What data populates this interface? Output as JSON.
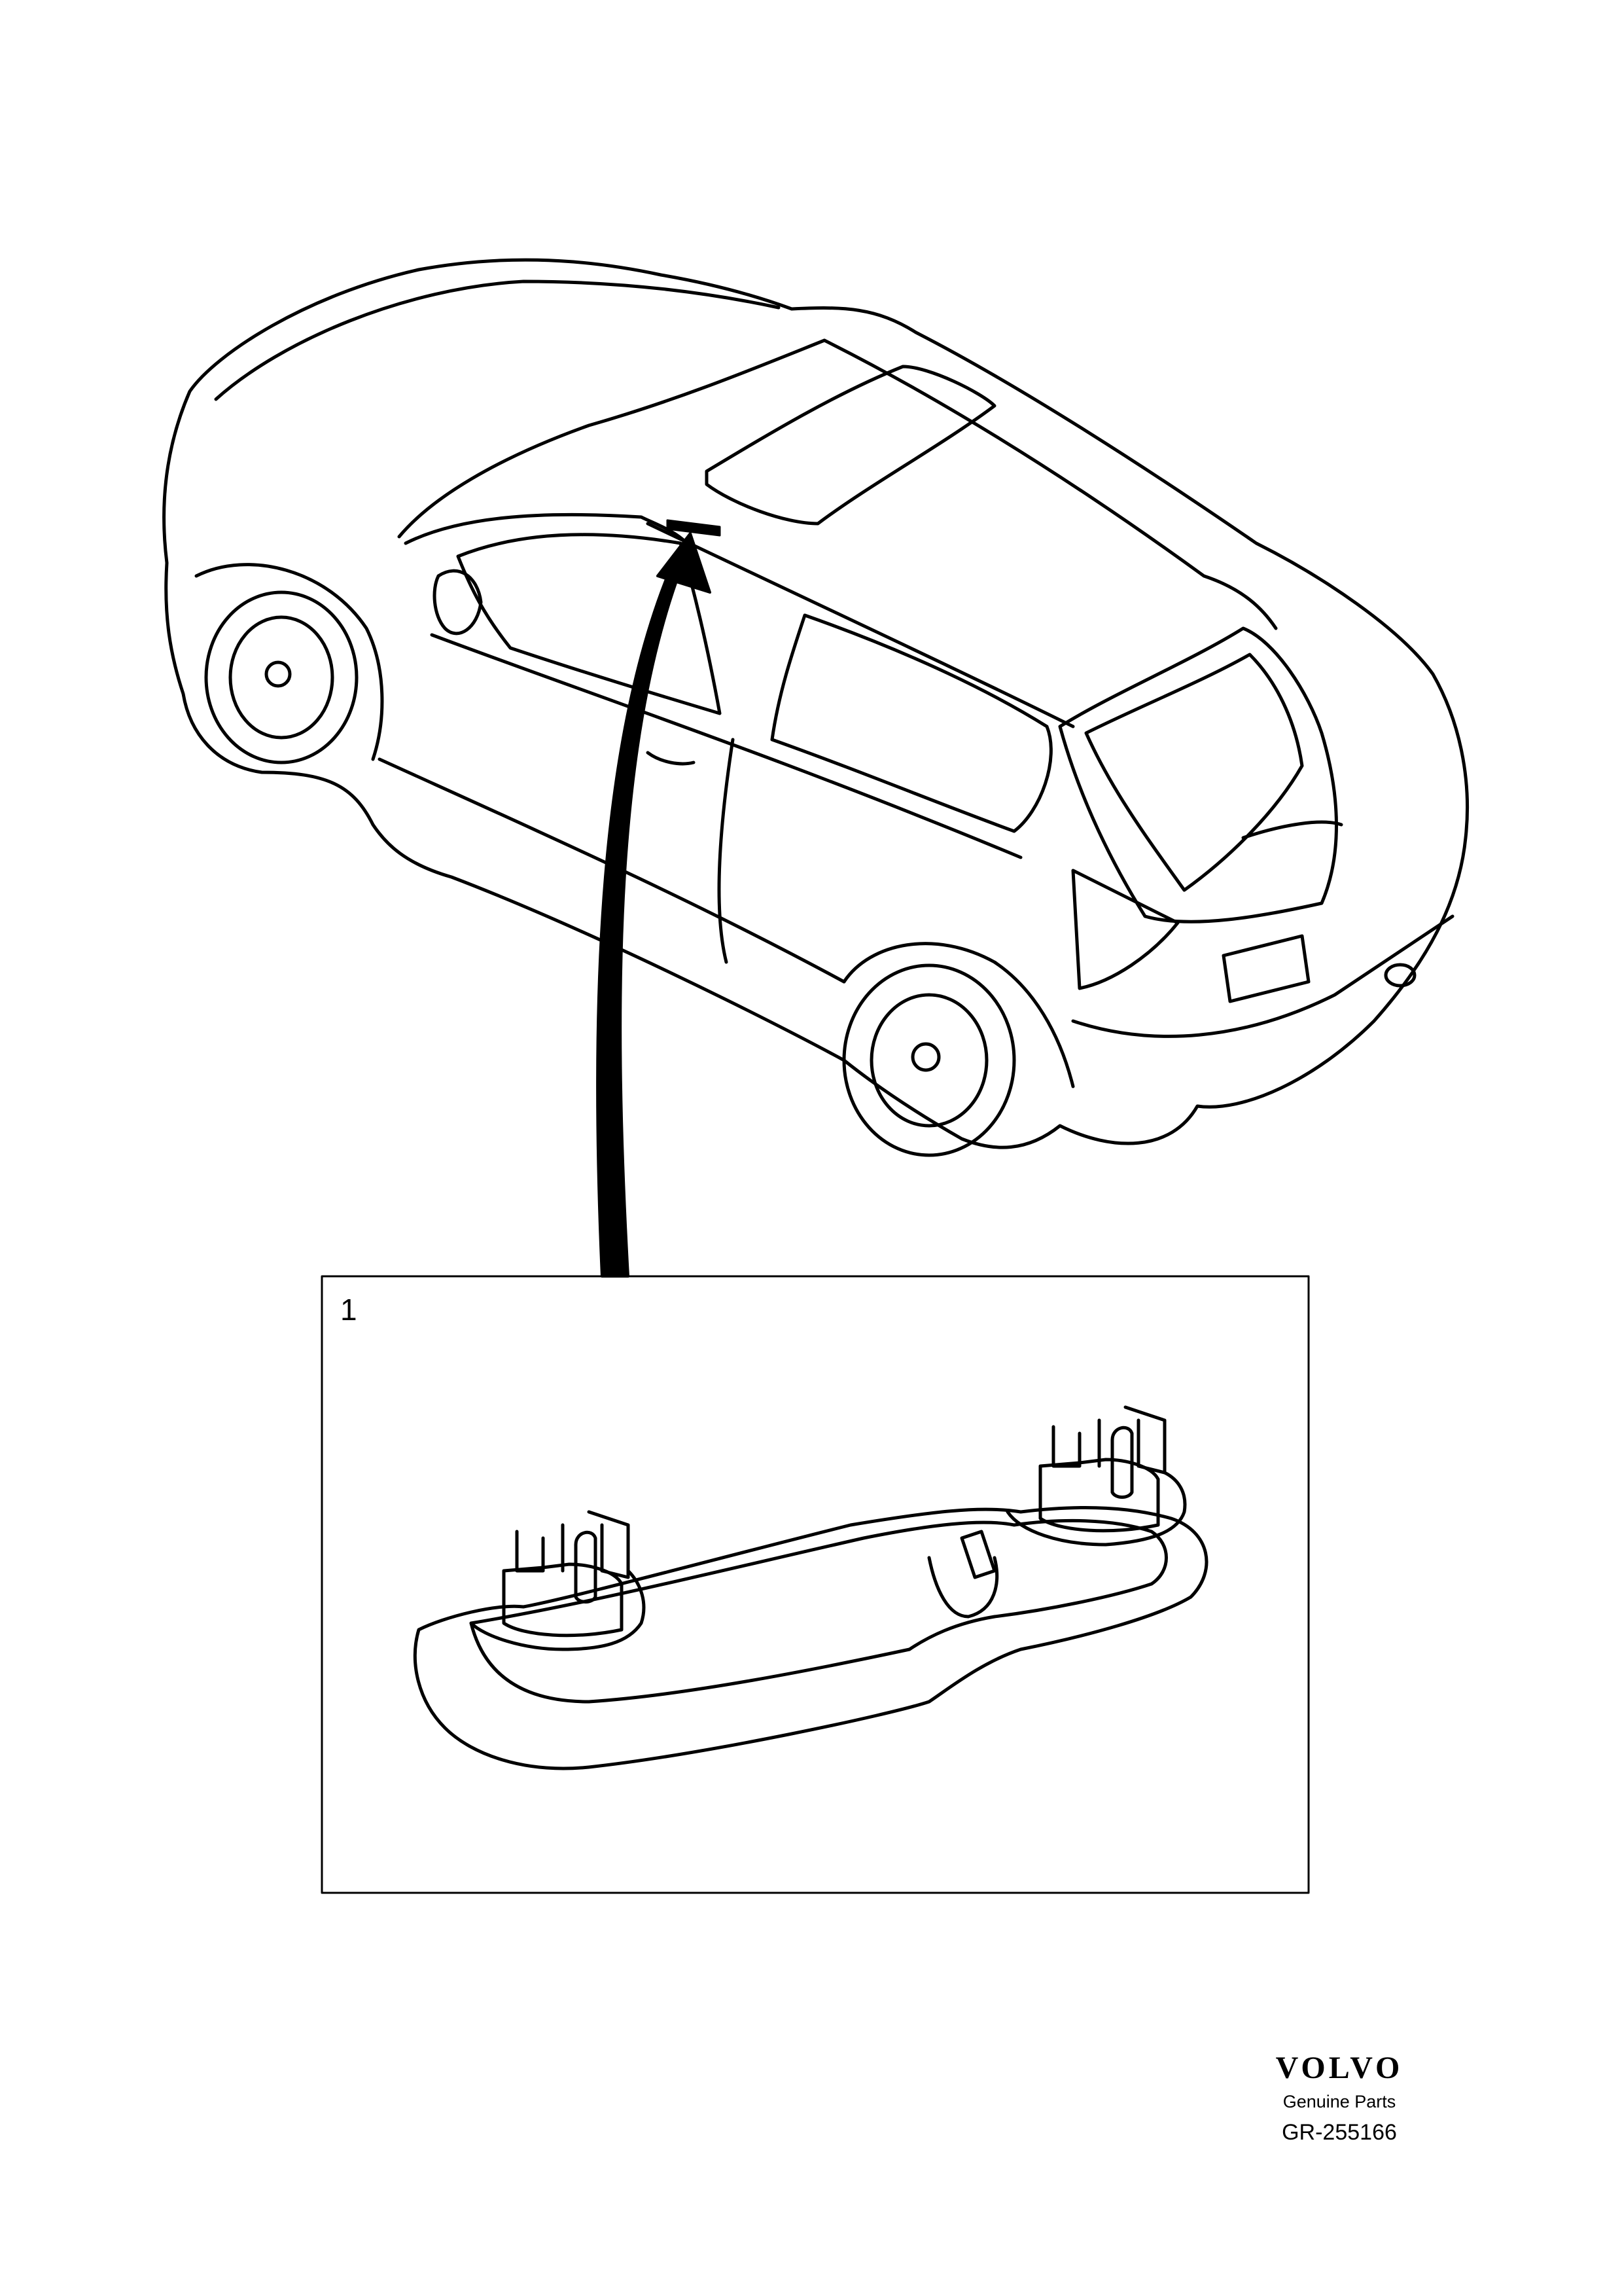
{
  "callout": {
    "number": "1"
  },
  "brand": {
    "logo_text": "VOLVO",
    "subtitle": "Genuine Parts"
  },
  "reference": {
    "code": "GR-255166"
  },
  "icons": {
    "car": "car-illustration-icon",
    "part": "grab-handle-illustration-icon",
    "arrow": "pointer-arrow-icon"
  },
  "colors": {
    "line": "#000000",
    "background": "#ffffff"
  }
}
